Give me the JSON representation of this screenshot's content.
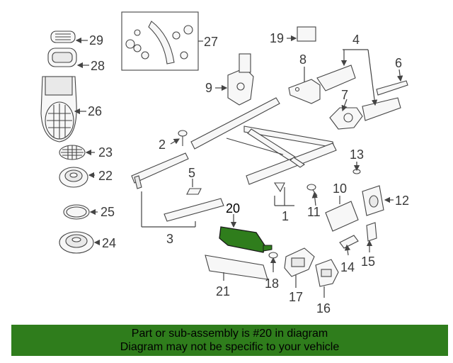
{
  "callouts": [
    "1",
    "2",
    "3",
    "4",
    "5",
    "6",
    "7",
    "8",
    "9",
    "10",
    "11",
    "12",
    "13",
    "14",
    "15",
    "16",
    "17",
    "18",
    "19",
    "20",
    "21",
    "22",
    "23",
    "24",
    "25",
    "26",
    "27",
    "28",
    "29"
  ],
  "highlighted_part": "20",
  "banner": {
    "line1": "Part or sub-assembly is #20 in diagram",
    "line2": "Diagram may not be specific to your vehicle"
  },
  "colors": {
    "highlight_part": "#2f7d1c",
    "banner_background": "#2f7d1c",
    "line_art": "#444444"
  }
}
